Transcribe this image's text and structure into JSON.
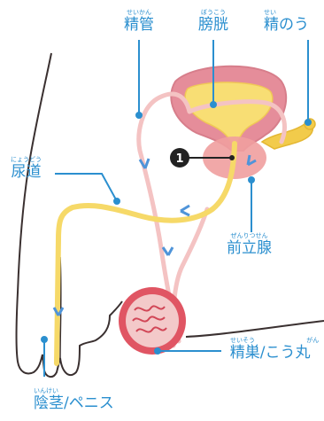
{
  "labels": {
    "seikan": {
      "ruby": "せいかん",
      "text": "精管"
    },
    "boukou": {
      "ruby": "ぼうこう",
      "text": "膀胱"
    },
    "seinou": {
      "ruby": "せい",
      "text": "精のう"
    },
    "nyoudou": {
      "ruby": "にょうどう",
      "text": "尿道"
    },
    "zenritsusen": {
      "ruby": "ぜんりつせん",
      "text": "前立腺"
    },
    "seisou": {
      "ruby_a": "せいそう",
      "ruby_b": "がん",
      "text": "精巣/こう丸"
    },
    "inkei": {
      "ruby": "いんけい",
      "text": "陰茎/ペニス"
    }
  },
  "marker": {
    "number": "1"
  },
  "colors": {
    "label": "#2b8fcf",
    "skin_outline": "#3a3030",
    "urethra": "#f6d968",
    "vas": "#f4c3c3",
    "bladder": "#e58d9a",
    "bladder_fill": "#f8de74",
    "prostate": "#ef9f9f",
    "testis": "#e05563",
    "arrow": "#4f94d9",
    "marker": "#222222"
  }
}
